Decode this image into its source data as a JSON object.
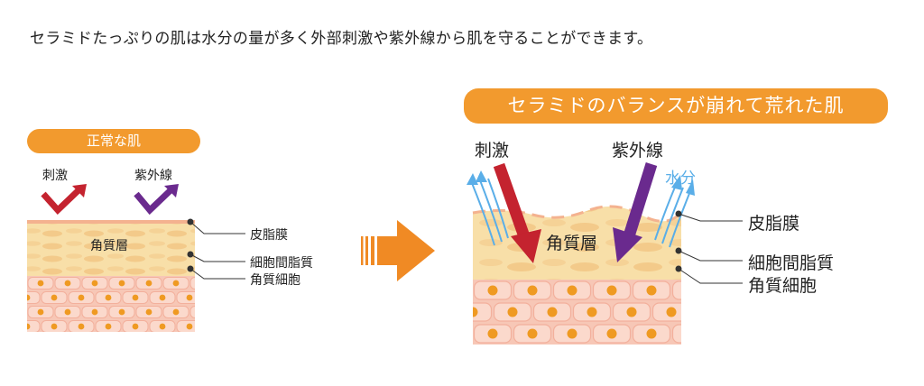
{
  "headline": "セラミドたっぷりの肌は水分の量が多く外部刺激や紫外線から肌を守ることができます。",
  "normal": {
    "title": "正常な肌",
    "stimulus": "刺激",
    "uv": "紫外線",
    "stratum": "角質層",
    "sebum": "皮脂膜",
    "lipid": "細胞間脂質",
    "cells": "角質細胞"
  },
  "damaged": {
    "title": "セラミドのバランスが崩れて荒れた肌",
    "stimulus": "刺激",
    "uv": "紫外線",
    "water": "水分",
    "stratum": "角質層",
    "sebum": "皮脂膜",
    "lipid": "細胞間脂質",
    "cells": "角質細胞"
  },
  "colors": {
    "orange": "#f29a2e",
    "red_arrow": "#c4232f",
    "purple_arrow": "#6a2a8e",
    "water_arrow": "#5aaee8",
    "skin_top": "#f6d79e",
    "skin_cells": "#f7c7b6",
    "nucleus": "#ef9a22"
  }
}
